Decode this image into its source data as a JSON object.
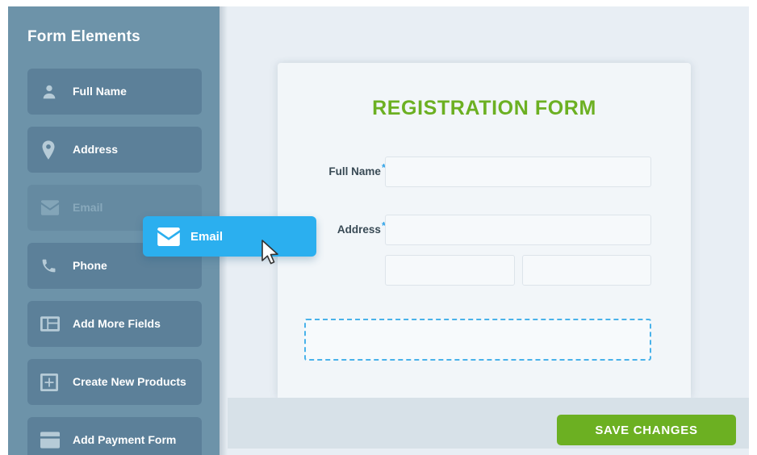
{
  "sidebar": {
    "title": "Form Elements",
    "items": [
      {
        "label": "Full Name",
        "icon": "user-icon",
        "state": "normal"
      },
      {
        "label": "Address",
        "icon": "location-pin-icon",
        "state": "normal"
      },
      {
        "label": "Email",
        "icon": "envelope-icon",
        "state": "ghost"
      },
      {
        "label": "Phone",
        "icon": "phone-icon",
        "state": "normal"
      },
      {
        "label": "Add More Fields",
        "icon": "table-list-icon",
        "state": "normal"
      },
      {
        "label": "Create New Products",
        "icon": "plus-square-icon",
        "state": "normal"
      },
      {
        "label": "Add Payment Form",
        "icon": "payment-card-icon",
        "state": "normal"
      }
    ]
  },
  "drag_chip": {
    "label": "Email",
    "icon": "envelope-icon",
    "color": "#2bafef"
  },
  "cursor": {
    "icon": "arrow-pointer-cursor"
  },
  "form": {
    "title": "REGISTRATION FORM",
    "title_color": "#6cb022",
    "required_marker": "*",
    "fields": [
      {
        "label": "Full Name",
        "required": true,
        "value": "",
        "placeholder": ""
      },
      {
        "label": "Address",
        "required": true,
        "value": "",
        "placeholder": ""
      }
    ],
    "address_line2_value": "",
    "address_line3_value": "",
    "drop_zone": {
      "label": "",
      "border_color": "#49b2ea"
    }
  },
  "footer": {
    "save_label": "SAVE CHANGES",
    "save_color": "#6cb022"
  }
}
